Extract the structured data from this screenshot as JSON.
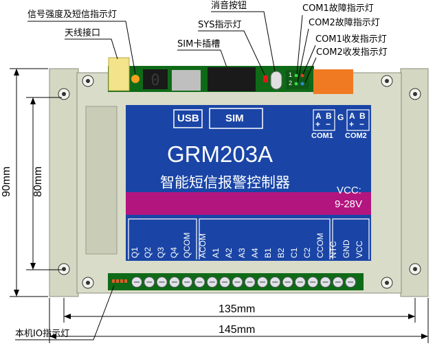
{
  "annotations": {
    "signal_light": "信号强度及短信指示灯",
    "antenna": "天线接口",
    "mute_button": "消音按钮",
    "sys_light": "SYS指示灯",
    "sim_slot": "SIM卡插槽",
    "com1_fault": "COM1故障指示灯",
    "com2_fault": "COM2故障指示灯",
    "com1_rxtx": "COM1收发指示灯",
    "com2_rxtx": "COM2收发指示灯",
    "io_light": "本机IO指示灯"
  },
  "dimensions": {
    "height_outer": "90mm",
    "height_inner": "80mm",
    "width_inner": "135mm",
    "width_outer": "145mm"
  },
  "panel": {
    "usb": "USB",
    "sim": "SIM",
    "model": "GRM203A",
    "product_name": "智能短信报警控制器",
    "vcc_line1": "VCC:",
    "vcc_line2": "9-28V",
    "com_a": "A",
    "com_b": "B",
    "com_plus": "+",
    "com_minus": "−",
    "com_g": "G",
    "com1": "COM1",
    "com2": "COM2",
    "led_1": "1",
    "led_2": "2"
  },
  "pins": [
    "Q1",
    "Q2",
    "Q3",
    "Q4",
    "QCOM",
    "ACOM",
    "A1",
    "A2",
    "A3",
    "A4",
    "B1",
    "B2",
    "C1",
    "C2",
    "CCOM",
    "NTC",
    "GND",
    "VCC"
  ],
  "colors": {
    "panel_blue": "#1a45a6",
    "panel_magenta": "#b3157f",
    "case_gray": "#d6d9c5",
    "connector_orange": "#f07a22",
    "antenna_yellow": "#f3e38a"
  }
}
